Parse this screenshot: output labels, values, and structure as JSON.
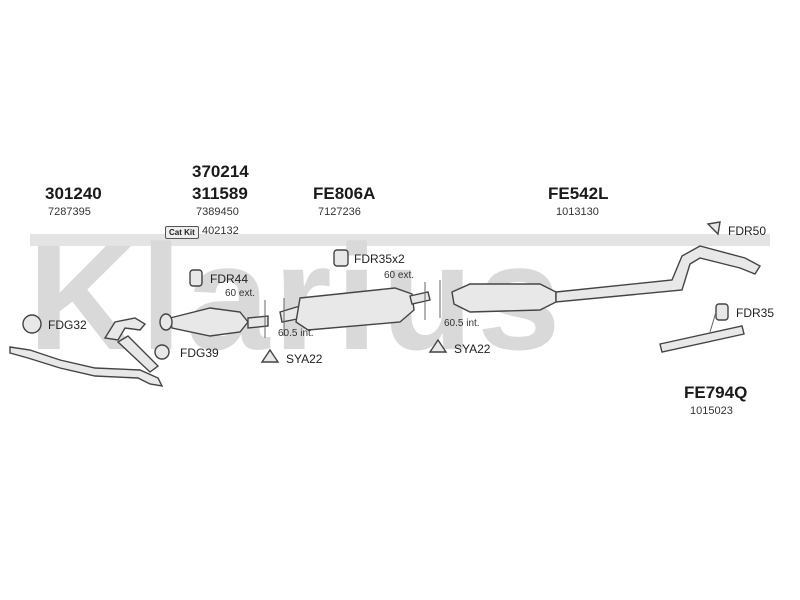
{
  "watermark": "Klarius",
  "parts": {
    "p301240": {
      "number": "301240",
      "ref": "7287395"
    },
    "p370214": {
      "number": "370214"
    },
    "p311589": {
      "number": "311589",
      "ref": "7389450"
    },
    "catkit": {
      "badge": "Cat Kit",
      "ref": "402132"
    },
    "fe806a": {
      "number": "FE806A",
      "ref": "7127236"
    },
    "fe542l": {
      "number": "FE542L",
      "ref": "1013130"
    },
    "fe794q": {
      "number": "FE794Q",
      "ref": "1015023"
    }
  },
  "fittings": {
    "fdg32": "FDG32",
    "fdg39": "FDG39",
    "fdr44": "FDR44",
    "fdr35x2": "FDR35x2",
    "fdr50": "FDR50",
    "fdr35": "FDR35",
    "sya22_a": "SYA22",
    "sya22_b": "SYA22"
  },
  "annotations": {
    "ext60_a": "60 ext.",
    "int605_a": "60.5 int.",
    "ext60_b": "60 ext.",
    "int605_b": "60.5 int."
  },
  "colors": {
    "watermark": "#d9d9d9",
    "line": "#444444",
    "fill": "#e8e8e8"
  }
}
